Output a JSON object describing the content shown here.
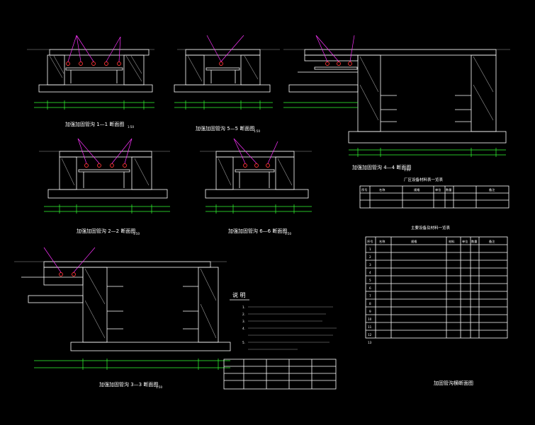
{
  "sections": {
    "s11": {
      "title": "加强加固管沟 1—1 断面图",
      "scale": "1:50"
    },
    "s55": {
      "title": "加强加固管沟 5—5 断面图",
      "scale": "1:50"
    },
    "s44": {
      "title": "加强加固管沟 4—4 断面图",
      "scale": "1:50"
    },
    "s22": {
      "title": "加强加固管沟 2—2 断面图",
      "scale": "1:50"
    },
    "s66": {
      "title": "加强加固管沟 6—6 断面图",
      "scale": "1:50"
    },
    "s33": {
      "title": "加强加固管沟 3—3 断面图",
      "scale": "1:50"
    }
  },
  "table_small": {
    "title": "厂区设备材料表一览表",
    "headers": [
      "序号",
      "名称",
      "规格",
      "单位",
      "数量",
      "备注"
    ],
    "rows": []
  },
  "table_main": {
    "title": "主要设备及材料一览表",
    "headers": [
      "序号",
      "名称",
      "规格",
      "材料",
      "单位",
      "数量",
      "备注"
    ],
    "rows": [
      {
        "no": "1"
      },
      {
        "no": "2"
      },
      {
        "no": "3"
      },
      {
        "no": "4"
      },
      {
        "no": "5"
      },
      {
        "no": "6"
      },
      {
        "no": "7"
      },
      {
        "no": "8"
      },
      {
        "no": "9"
      },
      {
        "no": "10"
      },
      {
        "no": "11"
      },
      {
        "no": "12"
      },
      {
        "no": "13"
      }
    ]
  },
  "notes": {
    "heading": "说 明",
    "items": [
      "1.",
      "2.",
      "3.",
      "4.",
      "5."
    ]
  },
  "footer_label": "加固管沟横断面图",
  "colors": {
    "line": "#ffffff",
    "dim": "#33ff33",
    "pipe": "#ff3333",
    "label": "#ff33ff",
    "background": "#000000"
  }
}
